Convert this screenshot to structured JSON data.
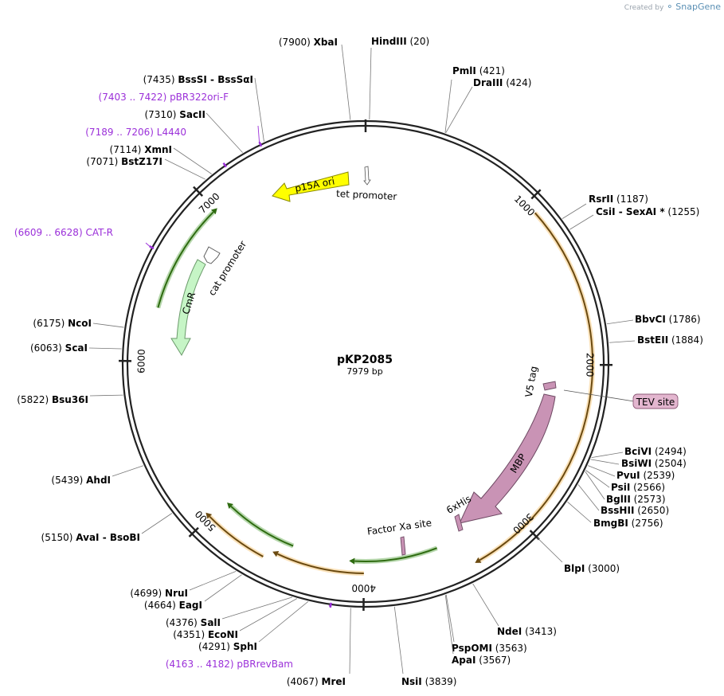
{
  "credit": {
    "prefix": "Created by",
    "brand": "SnapGene"
  },
  "plasmid": {
    "name": "pKP2085",
    "length_label": "7979 bp",
    "length": 7979
  },
  "ticks": [
    "1000",
    "2000",
    "3000",
    "4000",
    "5000",
    "6000",
    "7000"
  ],
  "enzymes": [
    {
      "name": "HindIII",
      "pos": "(20)",
      "site": 20
    },
    {
      "name": "PmlI",
      "pos": "(421)",
      "site": 421
    },
    {
      "name": "DraIII",
      "pos": "(424)",
      "site": 424
    },
    {
      "name": "RsrII",
      "pos": "(1187)",
      "site": 1187
    },
    {
      "name": "CsiI  -  SexAI *",
      "pos": "(1255)",
      "site": 1255
    },
    {
      "name": "BbvCI",
      "pos": "(1786)",
      "site": 1786
    },
    {
      "name": "BstEII",
      "pos": "(1884)",
      "site": 1884
    },
    {
      "name": "BciVI",
      "pos": "(2494)",
      "site": 2494
    },
    {
      "name": "BsiWI",
      "pos": "(2504)",
      "site": 2504
    },
    {
      "name": "PvuI",
      "pos": "(2539)",
      "site": 2539
    },
    {
      "name": "PsiI",
      "pos": "(2566)",
      "site": 2566
    },
    {
      "name": "BglII",
      "pos": "(2573)",
      "site": 2573
    },
    {
      "name": "BssHII",
      "pos": "(2650)",
      "site": 2650
    },
    {
      "name": "BmgBI",
      "pos": "(2756)",
      "site": 2756
    },
    {
      "name": "BlpI",
      "pos": "(3000)",
      "site": 3000
    },
    {
      "name": "NdeI",
      "pos": "(3413)",
      "site": 3413
    },
    {
      "name": "PspOMI",
      "pos": "(3563)",
      "site": 3563
    },
    {
      "name": "ApaI",
      "pos": "(3567)",
      "site": 3567
    },
    {
      "name": "NsiI",
      "pos": "(3839)",
      "site": 3839
    },
    {
      "name": "MreI",
      "pos": "(4067)",
      "site": 4067
    },
    {
      "name": "SphI",
      "pos": "(4291)",
      "site": 4291
    },
    {
      "name": "EcoNI",
      "pos": "(4351)",
      "site": 4351
    },
    {
      "name": "SalI",
      "pos": "(4376)",
      "site": 4376
    },
    {
      "name": "EagI",
      "pos": "(4664)",
      "site": 4664
    },
    {
      "name": "NruI",
      "pos": "(4699)",
      "site": 4699
    },
    {
      "name": "AvaI  -  BsoBI",
      "pos": "(5150)",
      "site": 5150
    },
    {
      "name": "AhdI",
      "pos": "(5439)",
      "site": 5439
    },
    {
      "name": "Bsu36I",
      "pos": "(5822)",
      "site": 5822
    },
    {
      "name": "ScaI",
      "pos": "(6063)",
      "site": 6063
    },
    {
      "name": "NcoI",
      "pos": "(6175)",
      "site": 6175
    },
    {
      "name": "BstZ17I",
      "pos": "(7071)",
      "site": 7071
    },
    {
      "name": "XmnI",
      "pos": "(7114)",
      "site": 7114
    },
    {
      "name": "SacII",
      "pos": "(7310)",
      "site": 7310
    },
    {
      "name": "BssSI  -  BssSαI",
      "pos": "(7435)",
      "site": 7435
    },
    {
      "name": "XbaI",
      "pos": "(7900)",
      "site": 7900
    }
  ],
  "primers": [
    {
      "name": "pBR322ori-F",
      "pos": "(7403 .. 7422)",
      "site": 7412
    },
    {
      "name": "L4440",
      "pos": "(7189 .. 7206)",
      "site": 7197
    },
    {
      "name": "CAT-R",
      "pos": "(6609 .. 6628)",
      "site": 6618
    },
    {
      "name": "pBRrevBam",
      "pos": "(4163 .. 4182)",
      "site": 4172
    }
  ],
  "features": [
    {
      "name": "p15A ori",
      "color": "#ffff00",
      "stroke": "#9a9a00"
    },
    {
      "name": "tet promoter",
      "color": "#ffffff",
      "stroke": "#555555"
    },
    {
      "name": "CmR",
      "color": "#c6f5c6",
      "stroke": "#6a9a6a"
    },
    {
      "name": "cat promoter",
      "color": "#ffffff",
      "stroke": "#555555"
    },
    {
      "name": "MBP",
      "color": "#c993b5",
      "stroke": "#6d4862"
    },
    {
      "name": "V5 tag",
      "color": "#c993b5",
      "stroke": "#6d4862"
    },
    {
      "name": "6xHis",
      "color": "#c993b5",
      "stroke": "#6d4862"
    },
    {
      "name": "Factor Xa site",
      "color": "#c993b5",
      "stroke": "#6d4862"
    },
    {
      "name": "TEV site",
      "color": "#e3b6cf",
      "stroke": "#8c5a77"
    }
  ],
  "colors": {
    "backbone": "#222222",
    "orf_orange": "#f0ad3a",
    "orf_green": "#2e8b10",
    "primer": "#9b30d9"
  }
}
